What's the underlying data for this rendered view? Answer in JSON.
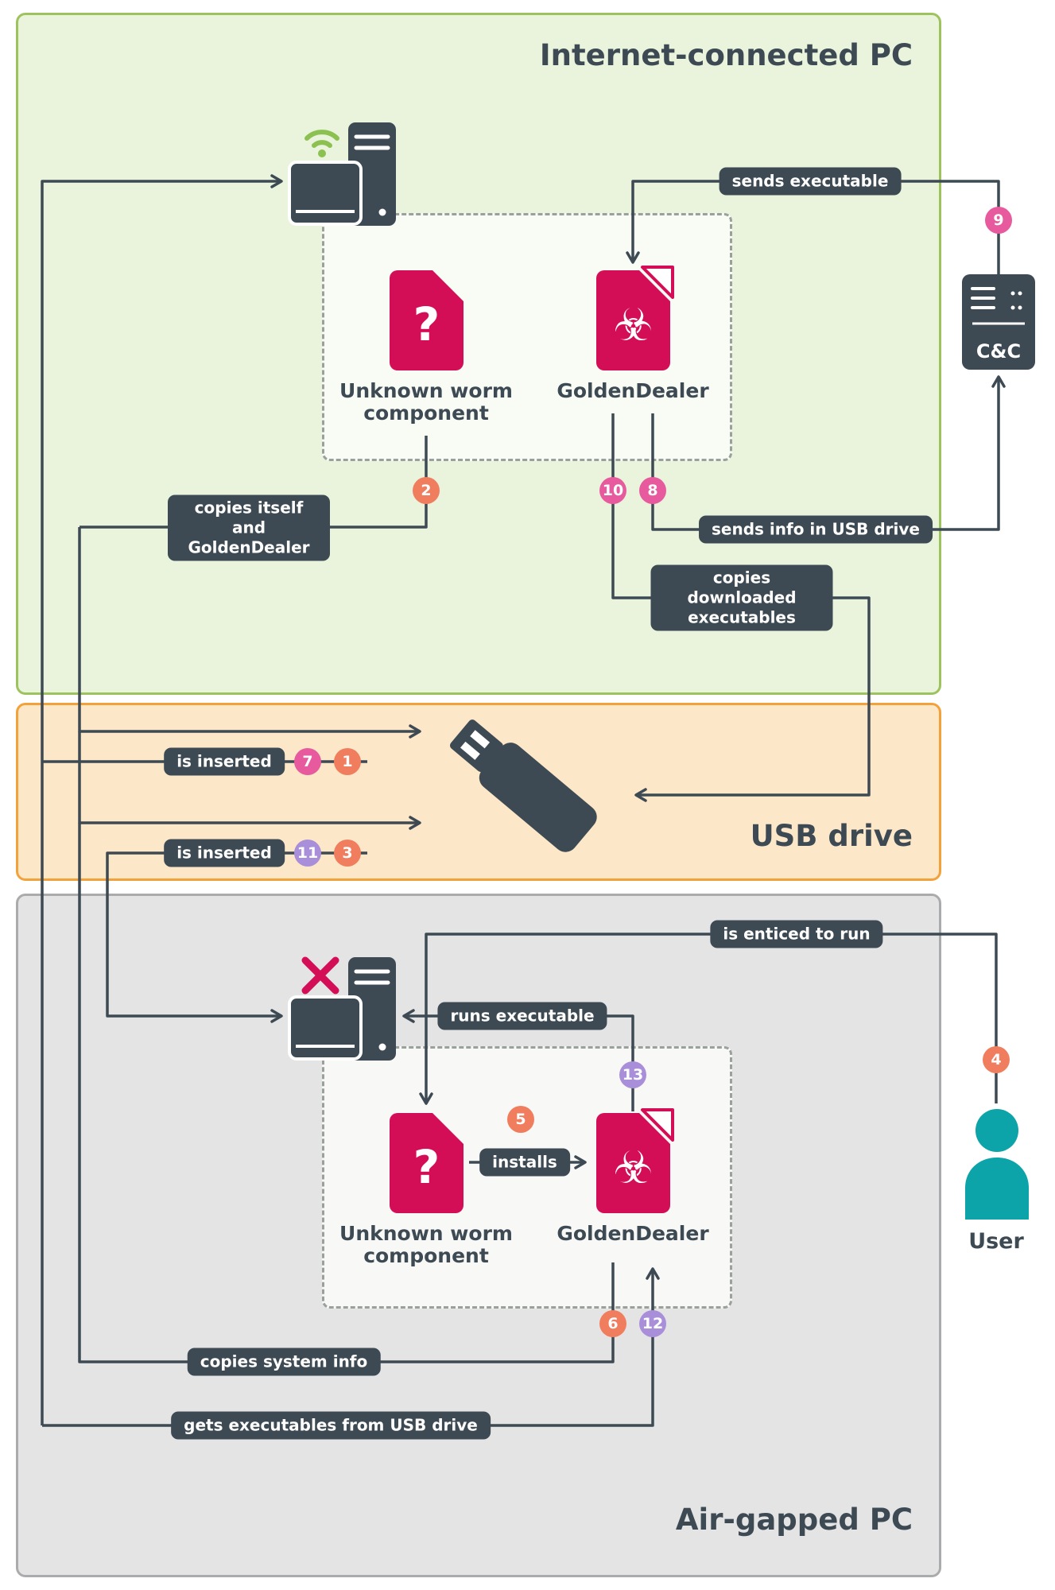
{
  "sections": {
    "internet_pc": {
      "title": "Internet-connected PC"
    },
    "usb": {
      "title": "USB drive"
    },
    "air_gapped": {
      "title": "Air-gapped PC"
    }
  },
  "nodes": {
    "worm_top": {
      "label": "Unknown worm component",
      "glyph": "?"
    },
    "goldendealer_top": {
      "label": "GoldenDealer",
      "glyph": "☣"
    },
    "worm_bottom": {
      "label": "Unknown worm component",
      "glyph": "?"
    },
    "goldendealer_bottom": {
      "label": "GoldenDealer",
      "glyph": "☣"
    },
    "cc": {
      "label": "C&C"
    },
    "user": {
      "label": "User"
    }
  },
  "labels": {
    "sends_executable": "sends executable",
    "sends_info_usb": "sends info in USB drive",
    "copies_downloaded": "copies downloaded executables",
    "copies_itself": "copies itself and GoldenDealer",
    "is_inserted_internet": "is inserted",
    "is_inserted_airgap": "is inserted",
    "is_enticed": "is enticed to run",
    "runs_executable": "runs executable",
    "installs": "installs",
    "copies_system_info": "copies system info",
    "gets_executables": "gets executables from USB drive"
  },
  "badges": [
    {
      "num": "1",
      "color": "orange"
    },
    {
      "num": "2",
      "color": "orange"
    },
    {
      "num": "3",
      "color": "orange"
    },
    {
      "num": "4",
      "color": "orange"
    },
    {
      "num": "5",
      "color": "orange"
    },
    {
      "num": "6",
      "color": "orange"
    },
    {
      "num": "7",
      "color": "pink"
    },
    {
      "num": "8",
      "color": "pink"
    },
    {
      "num": "9",
      "color": "pink"
    },
    {
      "num": "10",
      "color": "pink"
    },
    {
      "num": "11",
      "color": "purple"
    },
    {
      "num": "12",
      "color": "purple"
    },
    {
      "num": "13",
      "color": "purple"
    }
  ],
  "icons": {
    "wifi": "wifi-signal",
    "no_internet": "red-x",
    "usb": "usb-flash-drive",
    "pc": "desktop-computer",
    "server": "command-and-control-server",
    "user": "person-silhouette",
    "worm_file": "malicious-file-question-mark",
    "goldendealer_file": "malicious-file-biohazard"
  },
  "colors": {
    "slate": "#3d4a53",
    "crimson": "#d40e56",
    "teal": "#0ca4a8",
    "badge_orange": "#f07e5e",
    "badge_pink": "#e75a9e",
    "badge_purple": "#a98fd9",
    "green_border": "#9dc35e",
    "green_bg": "#eaf3dc",
    "orange_border": "#f3a23b",
    "orange_bg": "#fce7c8",
    "gray_border": "#aaabad",
    "gray_bg": "#e4e4e5"
  }
}
